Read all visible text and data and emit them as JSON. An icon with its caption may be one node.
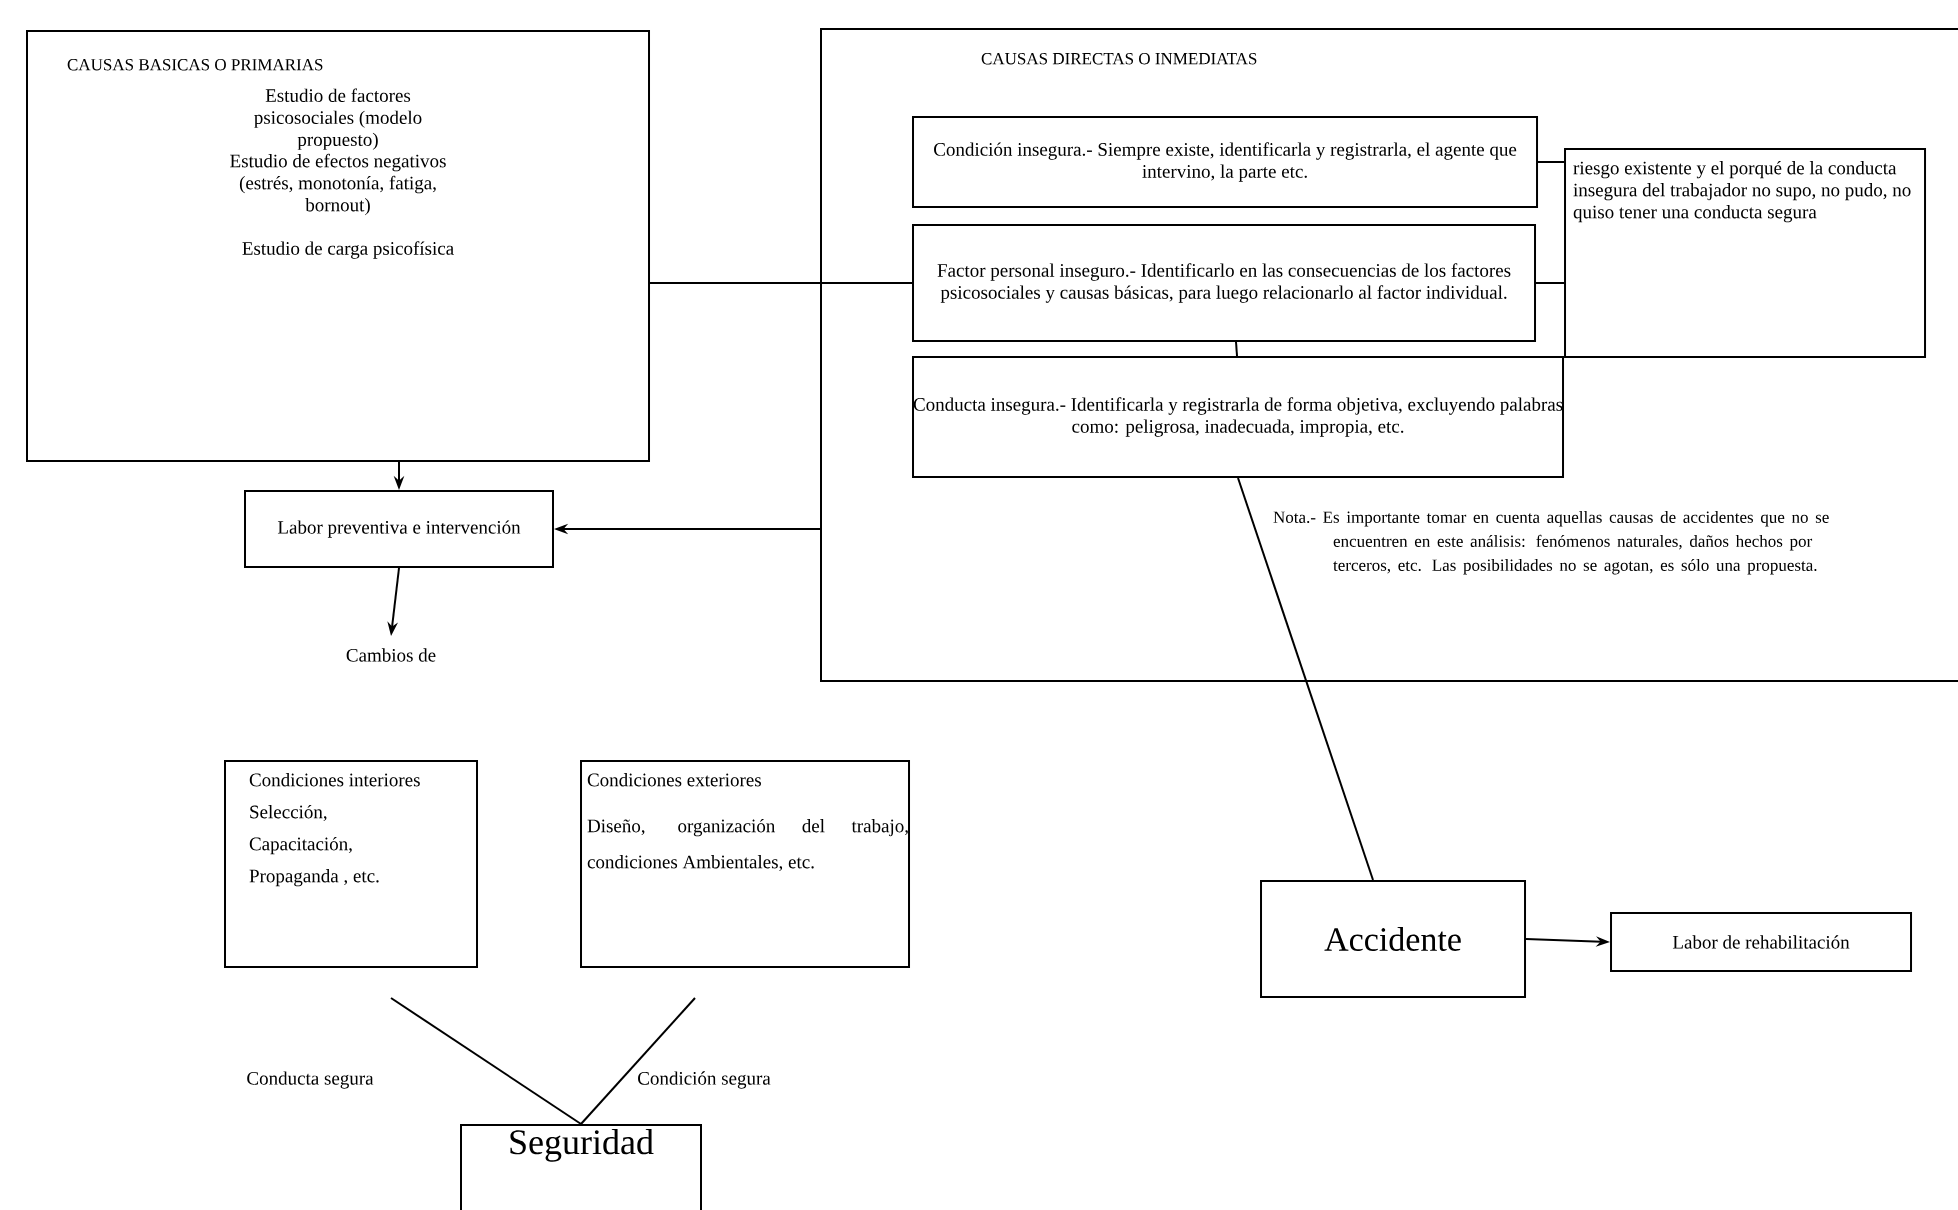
{
  "diagram": {
    "nodes": [
      {
        "text": [
          "CAUSAS BASICAS O PRIMARIAS",
          "Estudio de factores psicosociales (modelo propuesto)",
          "Estudio de efectos negativos (estrés, monotonía, fatiga, bornout)",
          "Estudio de carga psicofísica"
        ]
      },
      {
        "text": [
          "CAUSAS DIRECTAS O INMEDIATAS"
        ]
      },
      {
        "text": [
          "Condición insegura.- Siempre existe, identificarla y registrarla, el agente que intervino, la parte etc."
        ],
        "in": 1
      },
      {
        "text": [
          "Factor personal inseguro.- Identificarlo en las consecuencias de los factores psicosociales y causas básicas, para luego relacionarlo al factor individual."
        ],
        "in": 1
      },
      {
        "text": [
          "Conducta insegura.- Identificarla y registrarla de forma objetiva, excluyendo palabras como: peligrosa, inadecuada, impropia, etc."
        ],
        "in": 1
      },
      {
        "text": [
          "riesgo existente y el porqué de la conducta insegura del trabajador no supo, no pudo, no quiso tener una conducta segura"
        ],
        "in": 1
      },
      {
        "text": [
          "Labor preventiva e intervención"
        ]
      },
      {
        "text": [
          "Cambios de"
        ]
      },
      {
        "text": [
          "Condiciones interiores",
          "Selección,",
          "Capacitación,",
          "Propaganda , etc."
        ]
      },
      {
        "text": [
          "Condiciones exteriores",
          "Diseño, organización del trabajo, condiciones Ambientales, etc."
        ]
      },
      {
        "text": [
          "Seguridad"
        ]
      },
      {
        "text": [
          "Accidente"
        ]
      },
      {
        "text": [
          "Labor de rehabilitación"
        ]
      }
    ],
    "edges": [
      {
        "from": 0,
        "to": 6,
        "arrow": "to"
      },
      {
        "from": 0,
        "to": 3,
        "arrow": "none"
      },
      {
        "from": 2,
        "to": 5,
        "arrow": "none"
      },
      {
        "from": 3,
        "to": 5,
        "arrow": "none"
      },
      {
        "from": 3,
        "to": 4,
        "arrow": "none"
      },
      {
        "from": 1,
        "to": 6,
        "arrow": "to"
      },
      {
        "from": 6,
        "to": 7,
        "arrow": "to"
      },
      {
        "from": 4,
        "to": 11,
        "arrow": "none"
      },
      {
        "from": 8,
        "to": 10,
        "arrow": "none",
        "label": "Conducta segura"
      },
      {
        "from": 9,
        "to": 10,
        "arrow": "none",
        "label": "Condición segura"
      },
      {
        "from": 11,
        "to": 12,
        "arrow": "to"
      }
    ],
    "labels": [
      "Nota.- Es importante tomar en cuenta aquellas causas de accidentes que no se encuentren en este análisis: fenómenos naturales, daños hechos por terceros, etc. Las posibilidades no se agotan, es sólo una propuesta."
    ]
  }
}
